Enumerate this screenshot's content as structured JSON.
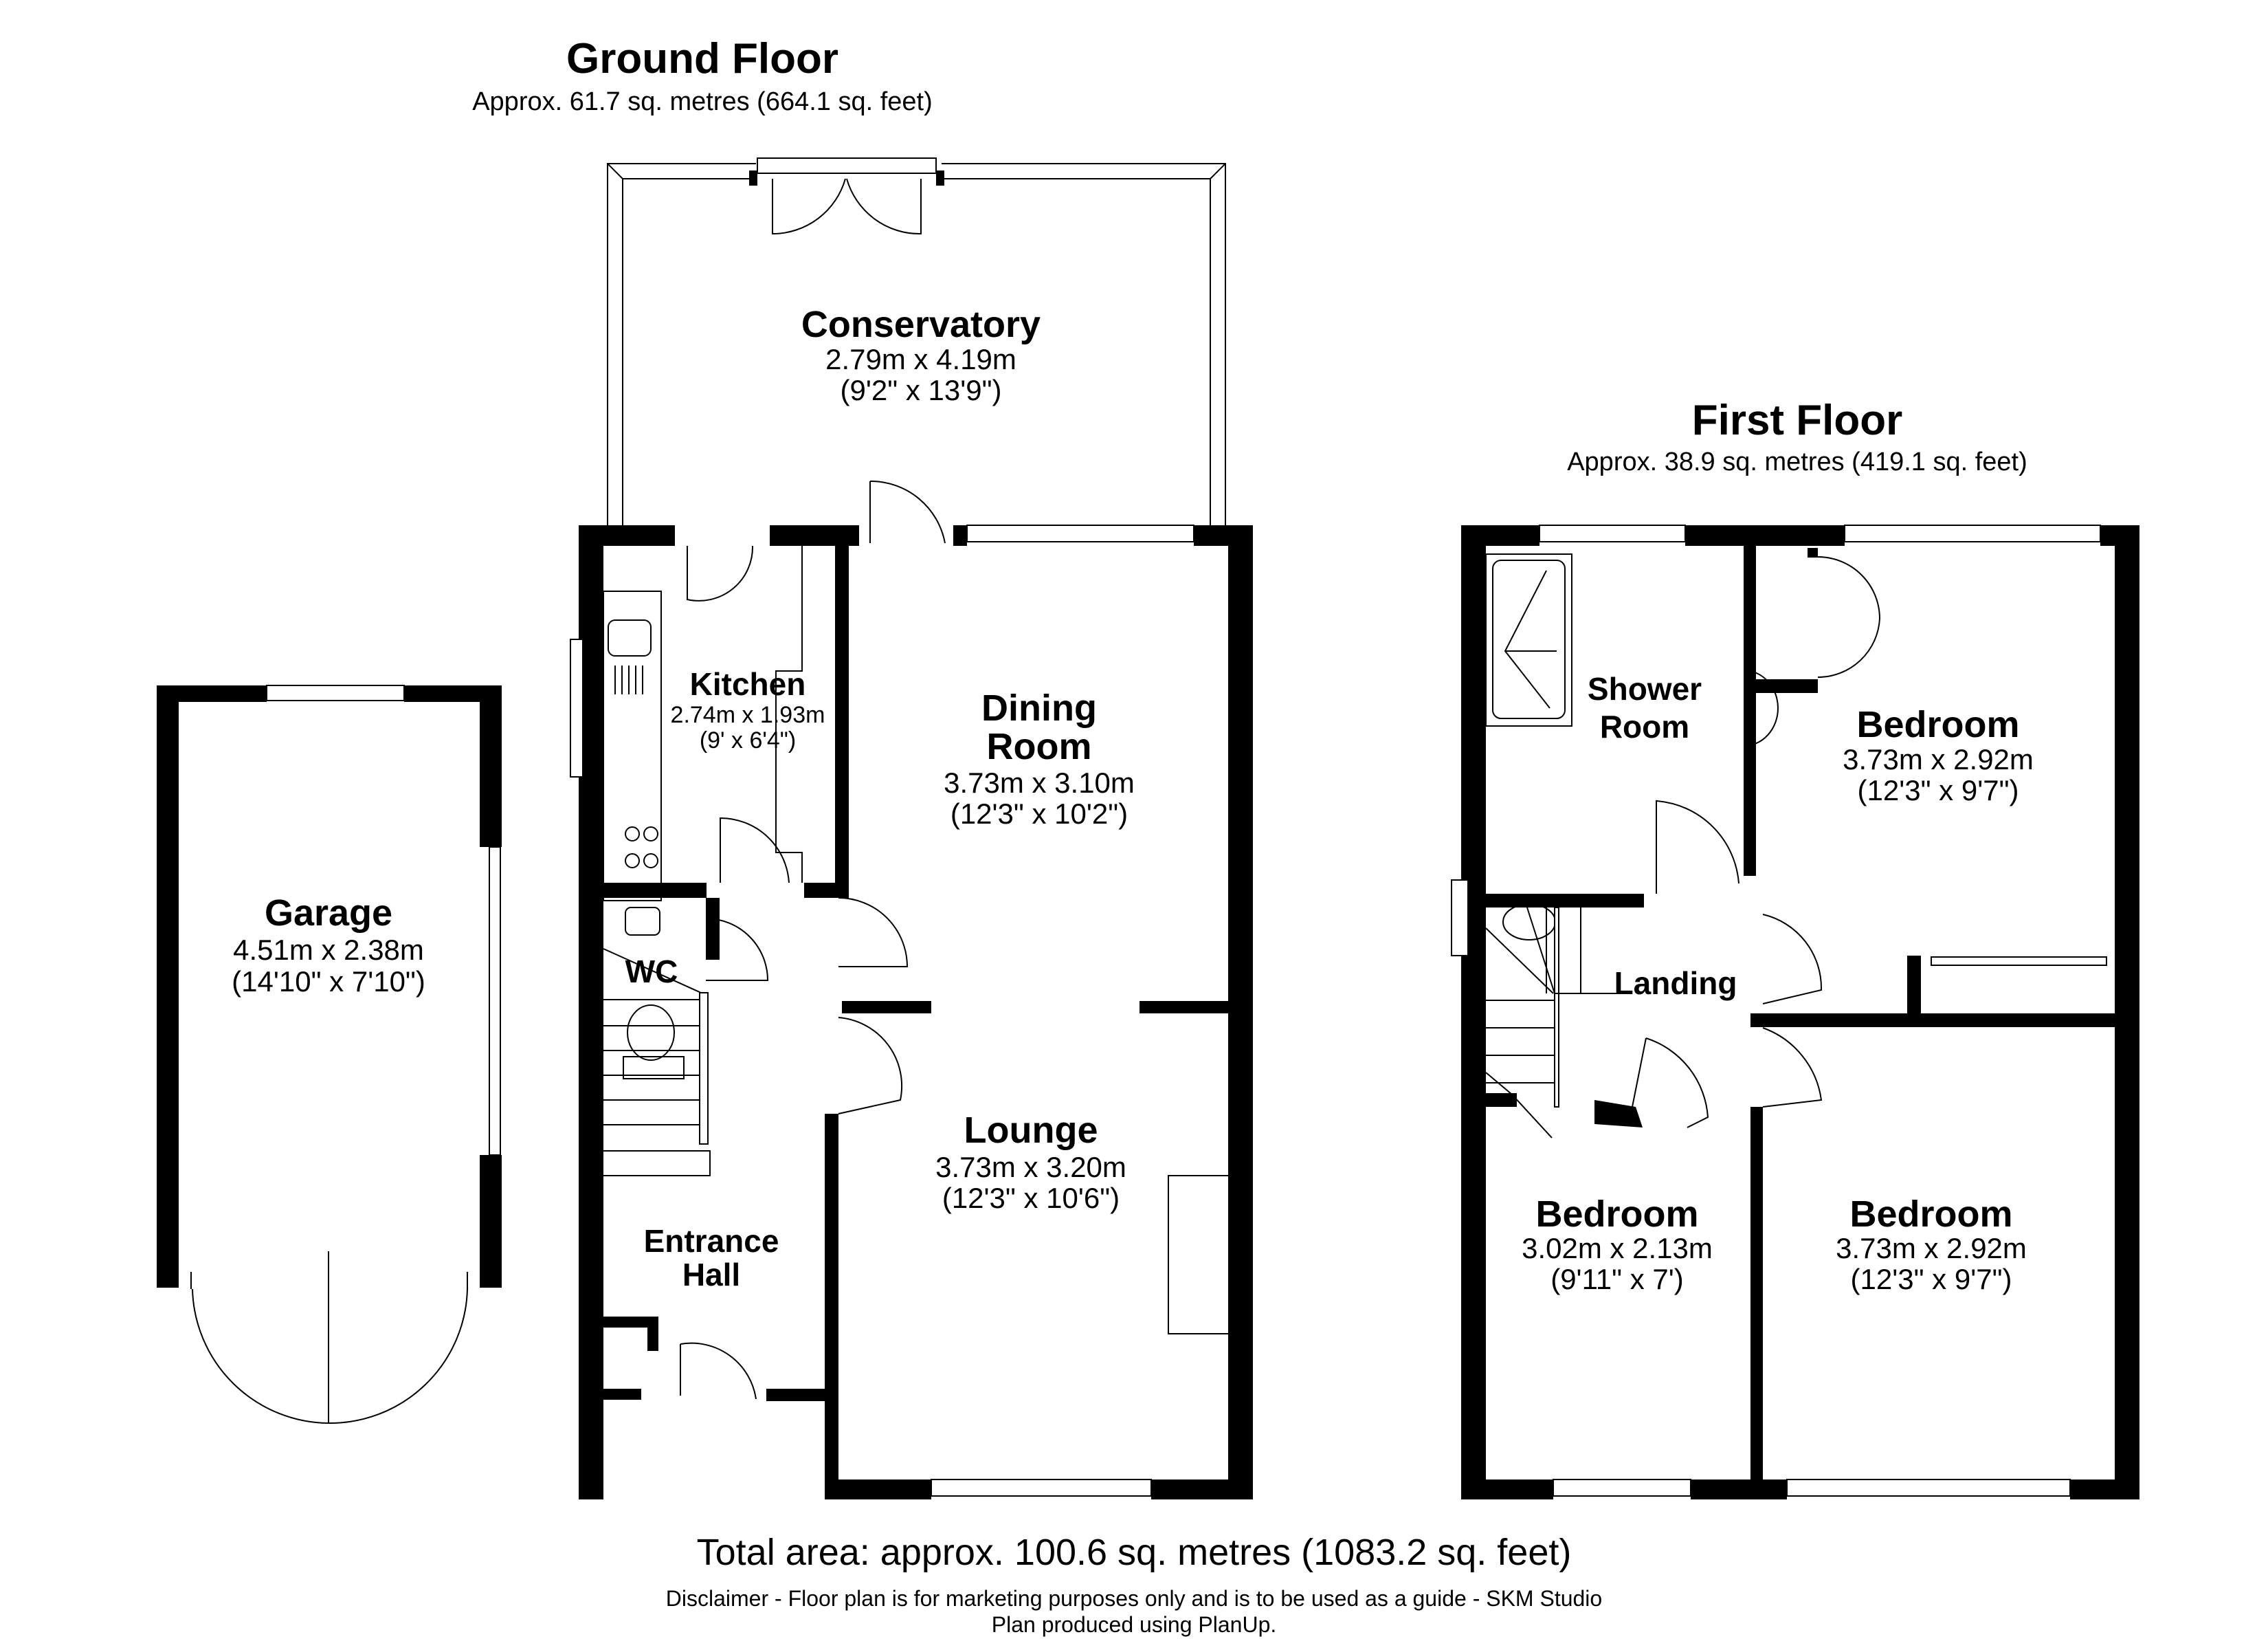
{
  "ground_floor": {
    "title": "Ground Floor",
    "area": "Approx. 61.7 sq. metres (664.1 sq. feet)",
    "rooms": {
      "conservatory": {
        "name": "Conservatory",
        "metric": "2.79m x 4.19m",
        "imperial": "(9'2\" x 13'9\")"
      },
      "kitchen": {
        "name": "Kitchen",
        "metric": "2.74m x 1.93m",
        "imperial": "(9' x 6'4\")"
      },
      "dining": {
        "name1": "Dining",
        "name2": "Room",
        "metric": "3.73m x 3.10m",
        "imperial": "(12'3\" x 10'2\")"
      },
      "wc": {
        "name": "WC"
      },
      "lounge": {
        "name": "Lounge",
        "metric": "3.73m x 3.20m",
        "imperial": "(12'3\" x 10'6\")"
      },
      "hall": {
        "name1": "Entrance",
        "name2": "Hall"
      },
      "garage": {
        "name": "Garage",
        "metric": "4.51m x 2.38m",
        "imperial": "(14'10\" x 7'10\")"
      }
    }
  },
  "first_floor": {
    "title": "First Floor",
    "area": "Approx. 38.9 sq. metres (419.1 sq. feet)",
    "rooms": {
      "shower": {
        "name1": "Shower",
        "name2": "Room"
      },
      "bedroom1": {
        "name": "Bedroom",
        "metric": "3.73m x 2.92m",
        "imperial": "(12'3\" x 9'7\")"
      },
      "landing": {
        "name": "Landing"
      },
      "bedroom2": {
        "name": "Bedroom",
        "metric": "3.02m x 2.13m",
        "imperial": "(9'11\" x 7')"
      },
      "bedroom3": {
        "name": "Bedroom",
        "metric": "3.73m x 2.92m",
        "imperial": "(12'3\" x 9'7\")"
      }
    }
  },
  "footer": {
    "total": "Total area: approx. 100.6 sq. metres (1083.2 sq. feet)",
    "disclaimer": "Disclaimer - Floor plan is for marketing purposes only and is to be used as a guide - SKM Studio",
    "produced": "Plan produced using PlanUp."
  }
}
